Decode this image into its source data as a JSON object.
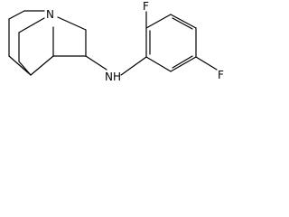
{
  "structure": {
    "atoms": {
      "quinuclidine_n": "N",
      "amine_nh": "NH",
      "fluorine_top": "F",
      "fluorine_right": "F"
    },
    "colors": {
      "bond": "#000000",
      "text": "#000000",
      "background": "#ffffff"
    }
  }
}
